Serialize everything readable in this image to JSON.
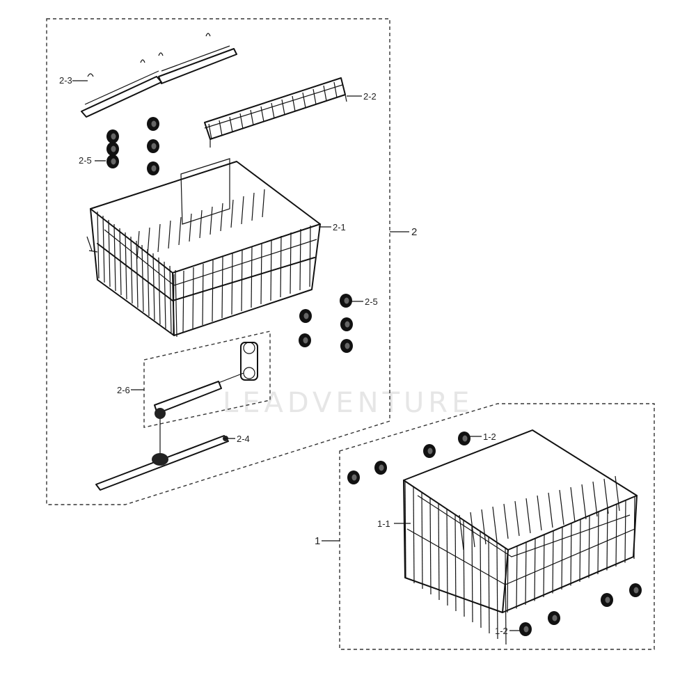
{
  "watermark": "LEADVENTURE",
  "callouts": {
    "group_upper": "2",
    "group_lower": "1",
    "upper_rack": "2-1",
    "cup_shelf": "2-2",
    "tines_folding": "2-3",
    "spray_arm": "2-4",
    "rollers_top": "2-5",
    "rollers_side": "2-5",
    "feed_pipe": "2-6",
    "lower_rack": "1-1",
    "lower_rollers_top": "1-2",
    "lower_rollers_bottom": "1-2"
  }
}
